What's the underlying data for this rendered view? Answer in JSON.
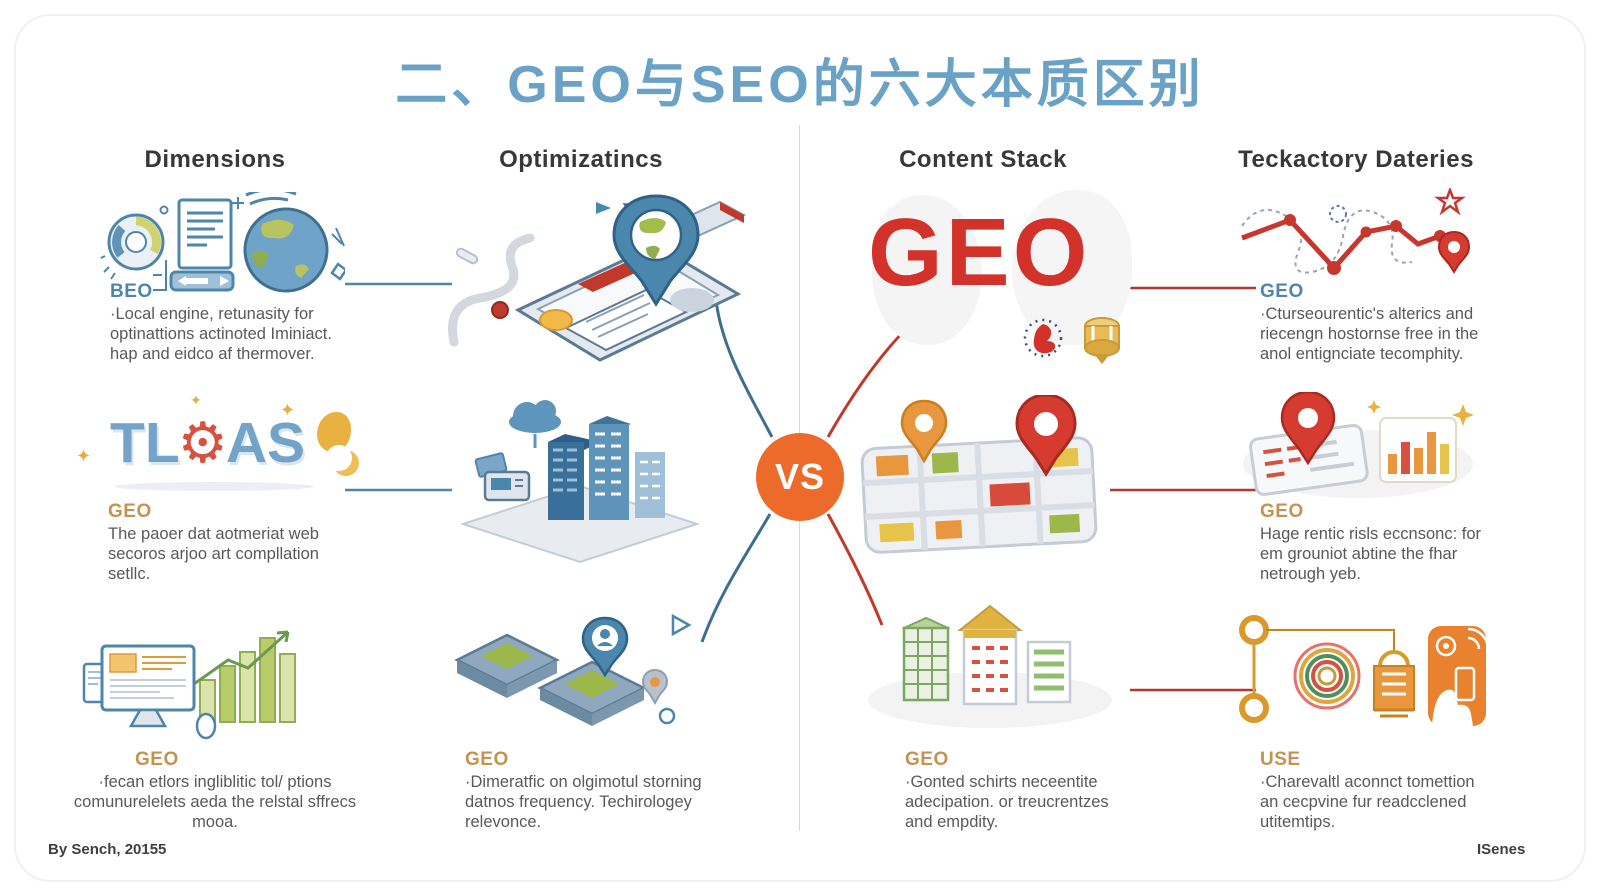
{
  "title": "二、GEO与SEO的六大本质区别",
  "columns": [
    {
      "label": "Dimensions"
    },
    {
      "label": "Optimizatincs"
    },
    {
      "label": "Content Stack"
    },
    {
      "label": "Teckactory Dateries"
    }
  ],
  "vs": {
    "label": "VS",
    "color": "#EC6B2B"
  },
  "colors": {
    "title_blue": "#6AA1C6",
    "label_blue": "#4E86AB",
    "label_gold": "#C49350",
    "geo_red": "#D2322A",
    "connector_blue": "#4E86AB",
    "connector_red": "#B5382E",
    "vs_orange": "#EC6B2B"
  },
  "tleas": {
    "part1": "TL",
    "part2": "AS",
    "gear_icon": "⚙",
    "star_icon": "✦"
  },
  "sections": {
    "dimensions_1": {
      "label": "BEO",
      "lines": [
        "·Local engine, retunasity for",
        "optinattions actinoted Iminiact.",
        "hap and eidco af thermover."
      ]
    },
    "dimensions_2": {
      "label": "GEO",
      "lines": [
        "The paoer dat aotmeriat web",
        "secoros arjoo art compllation",
        "setllc."
      ]
    },
    "dimensions_3": {
      "label": "GEO",
      "lines": [
        "·fecan etlors ingliblitic tol/ ptions",
        "comunurelelets aeda the relstal sffrecs",
        "mooa."
      ]
    },
    "optimization_3": {
      "label": "GEO",
      "lines": [
        "·Dimeratfic on olgimotul storning",
        "datnos frequency. Techirologey",
        "relevonce."
      ]
    },
    "content_1": {
      "headline": "GEO"
    },
    "content_3": {
      "label": "GEO",
      "lines": [
        "·Gonted schirts neceentite",
        "adecipation. or treucrentzes",
        "and empdity."
      ]
    },
    "technology_1": {
      "label": "GEO",
      "lines": [
        "·Cturseourentic's alterics and",
        "riecengn hostornse free in the",
        "anol entignciate tecomphity."
      ]
    },
    "technology_2": {
      "label": "GEO",
      "lines": [
        "Hage rentic risls eccnsonc: for",
        "em grouniot abtine the fhar",
        "netrough yeb."
      ]
    },
    "technology_3": {
      "label": "USE",
      "lines": [
        "·Charevaltl aconnct tomettion",
        "an cecpvine fur readcclened",
        "utitemtips."
      ]
    }
  },
  "footer": {
    "left": "By Sench, 20155",
    "right": "ISenes"
  }
}
